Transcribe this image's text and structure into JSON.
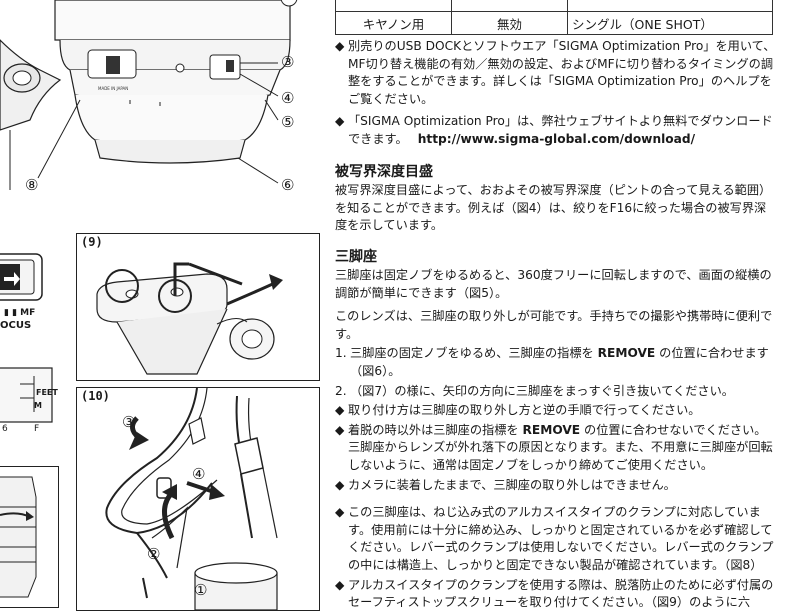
{
  "table": {
    "row": {
      "cell1": "キヤノン用",
      "cell2": "無効",
      "cell3": "シングル（ONE SHOT）"
    }
  },
  "notes": [
    {
      "mark": "◆",
      "text": "別売りのUSB DOCKとソフトウエア「SIGMA Optimization Pro」を用いて、MF切り替え機能の有効／無効の設定、およびMFに切り替わるタイミングの調整をすることができます。詳しくは「SIGMA Optimization Pro」のヘルプをご覧ください。"
    },
    {
      "mark": "◆",
      "text": "「SIGMA Optimization Pro」は、弊社ウェブサイトより無料でダウンロードできます。",
      "url": "http://www.sigma-global.com/download/"
    }
  ],
  "dof": {
    "heading": "被写界深度目盛",
    "body": "被写界深度目盛によって、おおよその被写界深度（ピントの合って見える範囲）を知ることができます。例えば（図4）は、絞りをF16に絞った場合の被写界深度を示しています。"
  },
  "tripod": {
    "heading": "三脚座",
    "p1": "三脚座は固定ノブをゆるめると、360度フリーに回転しますので、画面の縦横の調節が簡単にできます（図5）。",
    "p2": "このレンズは、三脚座の取り外しが可能です。手持ちでの撮影や携帯時に便利です。",
    "step1": {
      "mark": "1.",
      "pre": "三脚座の固定ノブをゆるめ、三脚座の指標を ",
      "bold": "REMOVE",
      "post": " の位置に合わせます（図6）。"
    },
    "step2": {
      "mark": "2.",
      "text": "（図7）の様に、矢印の方向に三脚座をまっすぐ引き抜いてください。"
    },
    "b1": {
      "mark": "◆",
      "text": "取り付け方は三脚座の取り外し方と逆の手順で行ってください。"
    },
    "b2": {
      "mark": "◆",
      "pre": "着脱の時以外は三脚座の指標を ",
      "bold": "REMOVE",
      "post": " の位置に合わせないでください。三脚座からレンズが外れ落下の原因となります。また、不用意に三脚座が回転しないように、通常は固定ノブをしっかり締めてご使用ください。"
    },
    "b3": {
      "mark": "◆",
      "text": "カメラに装着したままで、三脚座の取り外しはできません。"
    },
    "b4": {
      "mark": "◆",
      "text": "この三脚座は、ねじ込み式のアルカスイスタイプのクランプに対応しています。使用前には十分に締め込み、しっかりと固定されているかを必ず確認してください。レバー式のクランプは使用しないでください。レバー式のクランプの中には構造上、しっかりと固定できない製品が確認されています。（図8）"
    },
    "b5": {
      "mark": "◆",
      "text": "アルカスイスタイプのクランプを使用する際は、脱落防止のために必ず付属のセーフティストップスクリューを取り付けてください。（図9）のように六"
    }
  },
  "figures": {
    "fig9": {
      "label": "(9)"
    },
    "fig10": {
      "label": "(10)",
      "n1": "①",
      "n2": "②",
      "n3": "③",
      "n4": "④"
    },
    "lens_callouts": {
      "c3": "③",
      "c4": "④",
      "c5": "⑤",
      "c6": "⑥",
      "c8": "⑧",
      "made": "MADE IN JAPAN"
    },
    "focus_fragment": {
      "mf": "▮ ▮ MF",
      "focus": "OCUS"
    },
    "dof_fragment": {
      "feet": "FEET",
      "m": "M",
      "f": "F",
      "six": "6"
    }
  }
}
